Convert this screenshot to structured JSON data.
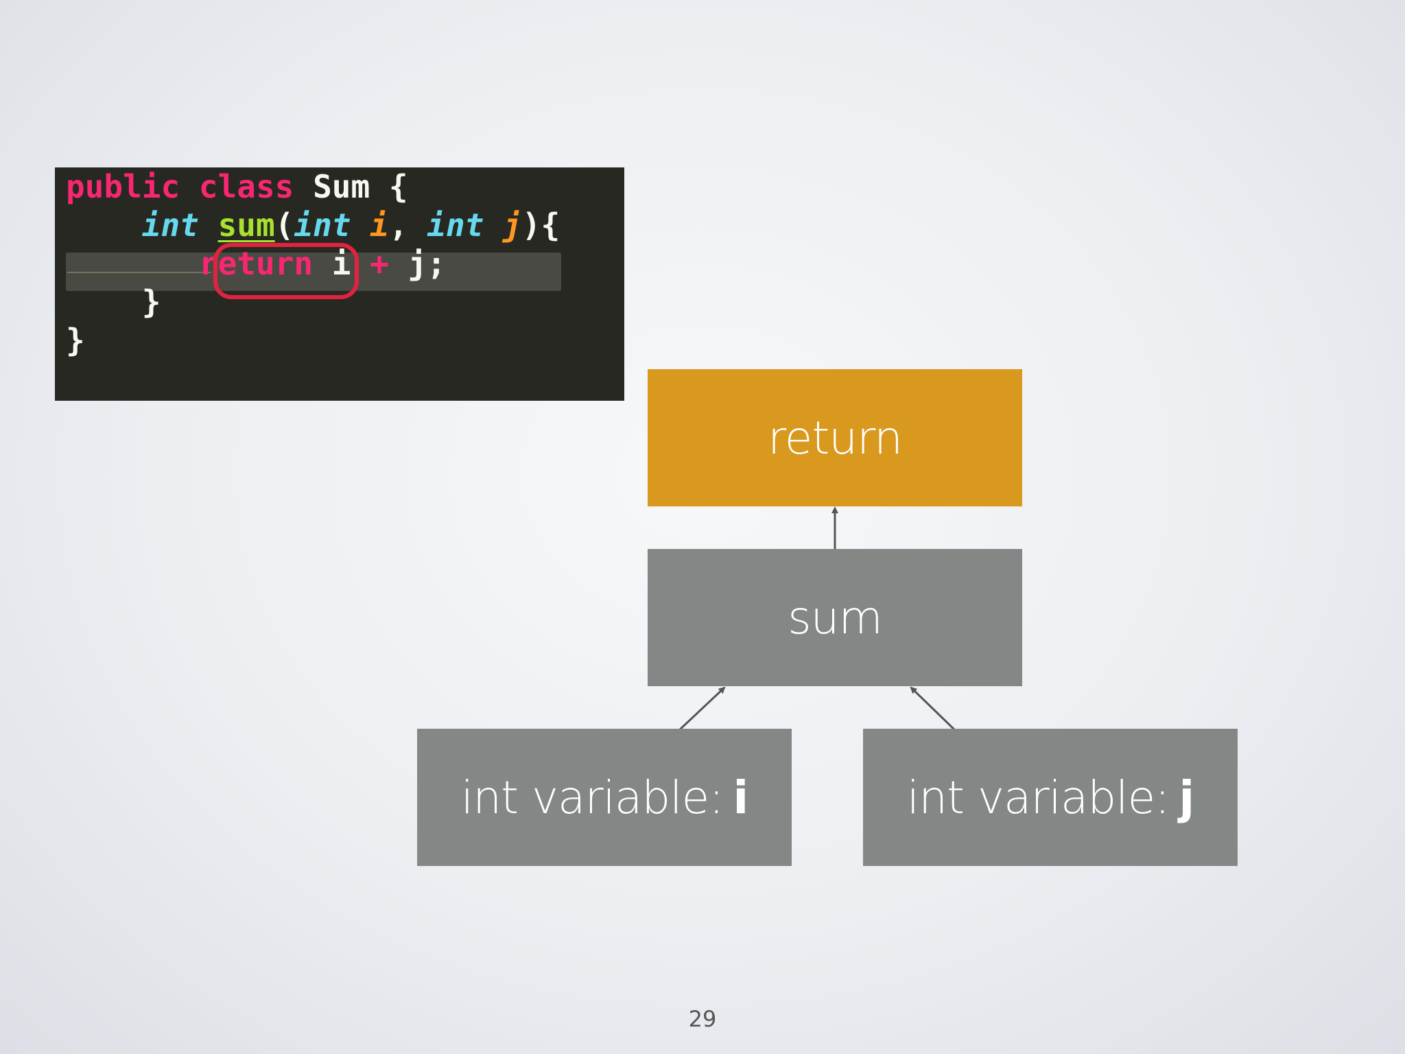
{
  "code": {
    "line1": {
      "kw_public": "public",
      "kw_class": "class",
      "name": "Sum",
      "brace": "{"
    },
    "line2": {
      "type": "int",
      "fn": "sum",
      "open": "(",
      "ptype1": "int",
      "p1": "i",
      "comma": ",",
      "ptype2": "int",
      "p2": "j",
      "close": "){"
    },
    "line3": {
      "kw_return": "return",
      "expr_i": "i",
      "op": "+",
      "expr_j": "j;"
    },
    "line4": {
      "brace": "}"
    },
    "line5": {
      "brace": "}"
    }
  },
  "diagram": {
    "return_label": "return",
    "sum_label": "sum",
    "var_i_prefix": "int variable:",
    "var_i_name": "i",
    "var_j_prefix": "int variable:",
    "var_j_name": "j"
  },
  "colors": {
    "return_box": "#d8991e",
    "node_box": "#838887",
    "highlight_ring": "#e0243f",
    "code_bg": "#272822"
  },
  "page_number": "29"
}
